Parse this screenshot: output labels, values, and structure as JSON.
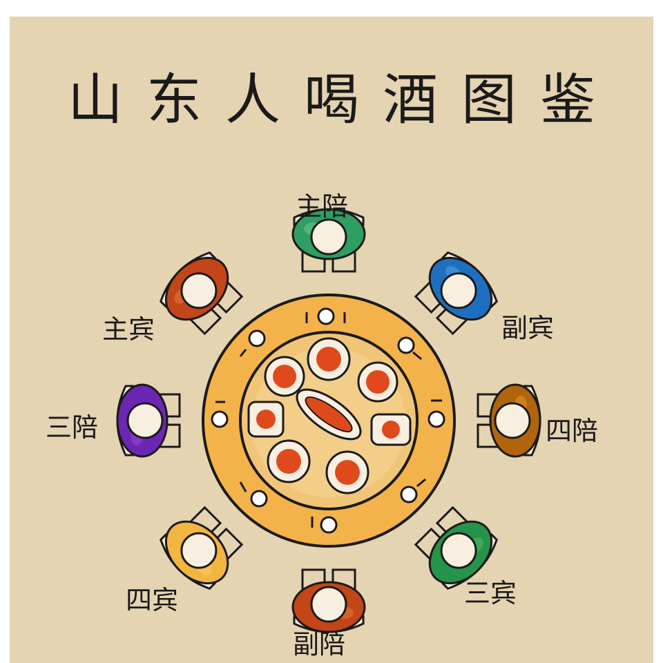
{
  "title": "山东人喝酒图鉴",
  "seats": [
    {
      "label": "主陪",
      "color": "#2e9e63",
      "accent": "#5fbf85"
    },
    {
      "label": "副宾",
      "color": "#1f6fc0",
      "accent": "#4b93dd"
    },
    {
      "label": "四陪",
      "color": "#b0650c",
      "accent": "#d88d2a"
    },
    {
      "label": "三宾",
      "color": "#26934a",
      "accent": "#44b463"
    },
    {
      "label": "副陪",
      "color": "#c24618",
      "accent": "#dd6e2d"
    },
    {
      "label": "四宾",
      "color": "#f2b540",
      "accent": "#f6c860"
    },
    {
      "label": "三陪",
      "color": "#6c26b4",
      "accent": "#8a45cf"
    },
    {
      "label": "主宾",
      "color": "#c24618",
      "accent": "#dd6e2d"
    }
  ],
  "colors": {
    "background": "#e5d4b2",
    "table_ring": "#f3b34a",
    "table_inner": "#f0c578",
    "dish_sauce": "#e0491c",
    "ink": "#1a1a1a"
  }
}
